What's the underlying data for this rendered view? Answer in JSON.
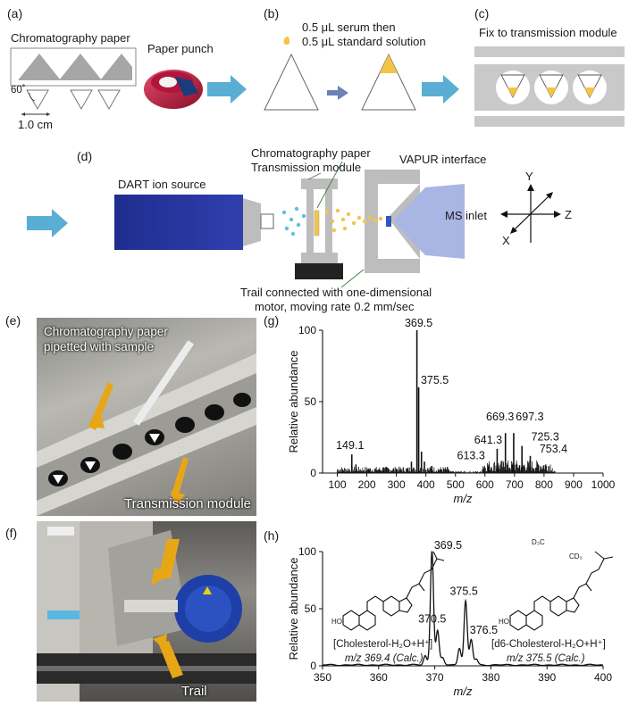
{
  "colors": {
    "arrow_blue": "#5aaed3",
    "dart_blue": "#23339a",
    "paper_yellow": "#f3c547",
    "droplet_cyan": "#5cc3d6",
    "gray_module": "#c9c9c9",
    "ms_inlet": "#a9b6e3",
    "photo_arrow": "#e8a617",
    "spectrum": "#111111"
  },
  "panel_a": {
    "label": "(a)",
    "paper_label": "Chromatography paper",
    "punch_label": "Paper punch",
    "angle_label": "60˚",
    "length_label": "1.0 cm"
  },
  "panel_b": {
    "label": "(b)",
    "line1": "0.5 μL serum then",
    "line2": "0.5 μL standard solution"
  },
  "panel_c": {
    "label": "(c)",
    "title": "Fix to transmission module"
  },
  "panel_d": {
    "label": "(d)",
    "dart": "DART ion source",
    "paper": "Chromatography paper",
    "module": "Transmission module",
    "vapur": "VAPUR interface",
    "ms": "MS inlet",
    "trail_line1": "Trail connected with one-dimensional",
    "trail_line2": "motor, moving rate 0.2 mm/sec",
    "axis_y": "Y",
    "axis_z": "Z",
    "axis_x": "X"
  },
  "panel_e": {
    "label": "(e)",
    "text1_line1": "Chromatography paper",
    "text1_line2": "pipetted with sample",
    "text2": "Transmission module"
  },
  "panel_f": {
    "label": "(f)",
    "text": "Trail"
  },
  "chart_data": [
    {
      "type": "line",
      "panel": "(g)",
      "xlabel": "m/z",
      "ylabel": "Relative abundance",
      "xlim": [
        50,
        1000
      ],
      "ylim": [
        0,
        100
      ],
      "xticks": [
        100,
        200,
        300,
        400,
        500,
        600,
        700,
        800,
        900,
        1000
      ],
      "yticks": [
        0,
        50,
        100
      ],
      "peaks": [
        {
          "x": 149.1,
          "y": 13
        },
        {
          "x": 163,
          "y": 6
        },
        {
          "x": 205,
          "y": 3
        },
        {
          "x": 256,
          "y": 4
        },
        {
          "x": 300,
          "y": 3
        },
        {
          "x": 351,
          "y": 8
        },
        {
          "x": 369.5,
          "y": 100
        },
        {
          "x": 375.5,
          "y": 60
        },
        {
          "x": 385,
          "y": 15
        },
        {
          "x": 395,
          "y": 8
        },
        {
          "x": 420,
          "y": 5
        },
        {
          "x": 613.3,
          "y": 6
        },
        {
          "x": 641.3,
          "y": 17
        },
        {
          "x": 669.3,
          "y": 28
        },
        {
          "x": 697.3,
          "y": 28
        },
        {
          "x": 725.3,
          "y": 19
        },
        {
          "x": 753.4,
          "y": 12
        },
        {
          "x": 780,
          "y": 6
        }
      ],
      "annotations": [
        {
          "x": 369.5,
          "label": "369.5"
        },
        {
          "x": 375.5,
          "label": "375.5"
        },
        {
          "x": 149.1,
          "label": "149.1"
        },
        {
          "x": 669.3,
          "label": "669.3"
        },
        {
          "x": 697.3,
          "label": "697.3"
        },
        {
          "x": 641.3,
          "label": "641.3"
        },
        {
          "x": 725.3,
          "label": "725.3"
        },
        {
          "x": 613.3,
          "label": "613.3"
        },
        {
          "x": 753.4,
          "label": "753.4"
        }
      ]
    },
    {
      "type": "line",
      "panel": "(h)",
      "xlabel": "m/z",
      "ylabel": "Relative abundance",
      "xlim": [
        350,
        400
      ],
      "ylim": [
        0,
        100
      ],
      "xticks": [
        350,
        360,
        370,
        380,
        390,
        400
      ],
      "yticks": [
        0,
        50,
        100
      ],
      "peaks": [
        {
          "x": 368.3,
          "y": 8
        },
        {
          "x": 369.5,
          "y": 100
        },
        {
          "x": 370.5,
          "y": 30
        },
        {
          "x": 371.4,
          "y": 6
        },
        {
          "x": 374.4,
          "y": 15
        },
        {
          "x": 375.5,
          "y": 56
        },
        {
          "x": 376.5,
          "y": 22
        },
        {
          "x": 377.4,
          "y": 5
        }
      ],
      "annotations": [
        {
          "x": 369.5,
          "label": "369.5"
        },
        {
          "x": 375.5,
          "label": "375.5"
        },
        {
          "x": 370.5,
          "label": "370.5"
        },
        {
          "x": 376.5,
          "label": "376.5"
        }
      ],
      "compound1_line1": "[Cholesterol-H₂O+H⁺]",
      "compound1_line2": "m/z 369.4 (Calc.)",
      "compound2_line1": "[d6-Cholesterol-H₂O+H⁺]",
      "compound2_line2": "m/z 375.5 (Calc.)",
      "ho_label": "HO",
      "cd3_label": "CD₃",
      "d3c_label": "D₃C"
    }
  ]
}
